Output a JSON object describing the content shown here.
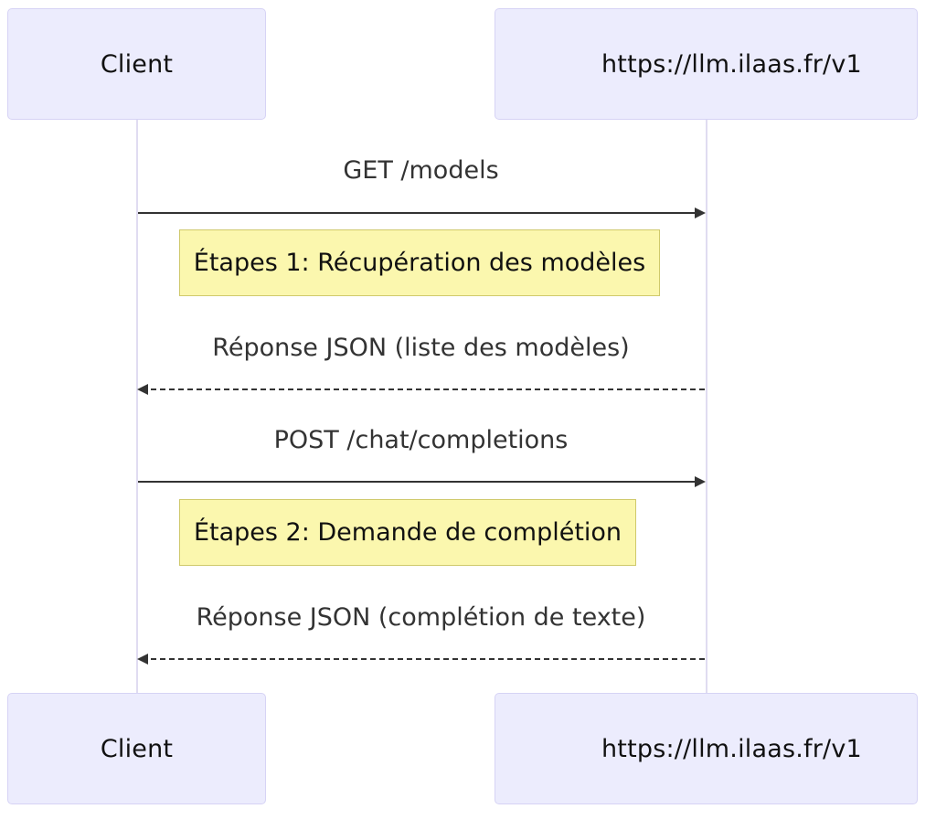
{
  "participants": {
    "client": "Client",
    "server": "https://llm.ilaas.fr/v1"
  },
  "messages": [
    {
      "label": "GET /models",
      "from": "client",
      "to": "server",
      "style": "solid"
    },
    {
      "label": "Réponse JSON (liste des modèles)",
      "from": "server",
      "to": "client",
      "style": "dashed"
    },
    {
      "label": "POST /chat/completions",
      "from": "client",
      "to": "server",
      "style": "solid"
    },
    {
      "label": "Réponse JSON (complétion de texte)",
      "from": "server",
      "to": "client",
      "style": "dashed"
    }
  ],
  "notes": [
    {
      "text": "Étapes 1: Récupération des modèles"
    },
    {
      "text": "Étapes 2: Demande de complétion"
    }
  ],
  "colors": {
    "actor_fill": "#ececfd",
    "actor_border": "#d6d3f5",
    "lifeline": "#e0dcf1",
    "note_fill": "#fbf7ae",
    "note_border": "#cfc96b",
    "arrow": "#333333"
  }
}
